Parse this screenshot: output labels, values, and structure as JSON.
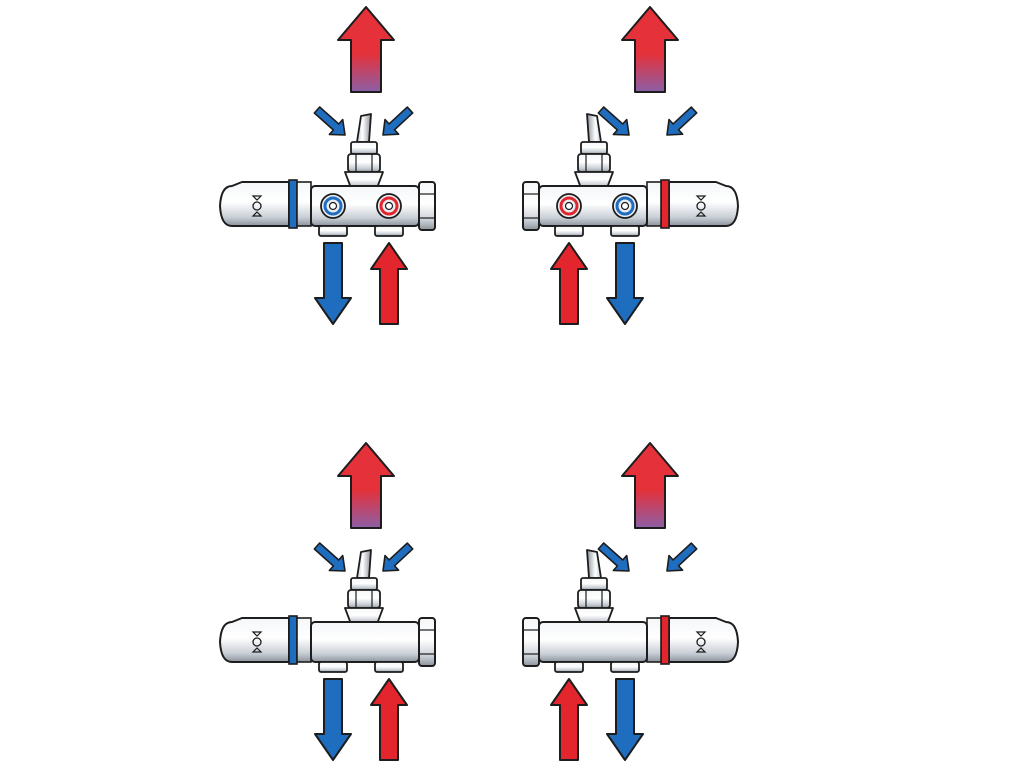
{
  "colors": {
    "hot": "#e3262d",
    "cold": "#1f6dbf",
    "supply_top": "#e4313a",
    "supply_bottom": "#8d5fa6",
    "metal_light": "#f4f6f8",
    "metal_mid": "#c9cfd6",
    "metal_dark": "#8b939c",
    "outline": "#1d1d1d",
    "shadow": "#e6ebf0"
  },
  "icons": {
    "valve": "valve-icon",
    "arrow_up": "arrow-up-icon",
    "arrow_down": "arrow-down-icon",
    "arrow_in": "arrow-diagonal-icon",
    "thermostat": "thermostatic-head-icon"
  },
  "panels": [
    {
      "id": "top-left",
      "head_side": "left",
      "ring": "cold",
      "ports_visible": true,
      "ports": [
        "cold",
        "hot"
      ],
      "pipes": [
        "cold-down",
        "hot-up"
      ]
    },
    {
      "id": "top-right",
      "head_side": "right",
      "ring": "hot",
      "ports_visible": true,
      "ports": [
        "cold",
        "hot"
      ],
      "pipes": [
        "hot-up",
        "cold-down"
      ]
    },
    {
      "id": "bottom-left",
      "head_side": "left",
      "ring": "cold",
      "ports_visible": false,
      "ports": [],
      "pipes": [
        "cold-down",
        "hot-up"
      ]
    },
    {
      "id": "bottom-right",
      "head_side": "right",
      "ring": "hot",
      "ports_visible": false,
      "ports": [],
      "pipes": [
        "hot-up",
        "cold-down"
      ]
    }
  ]
}
